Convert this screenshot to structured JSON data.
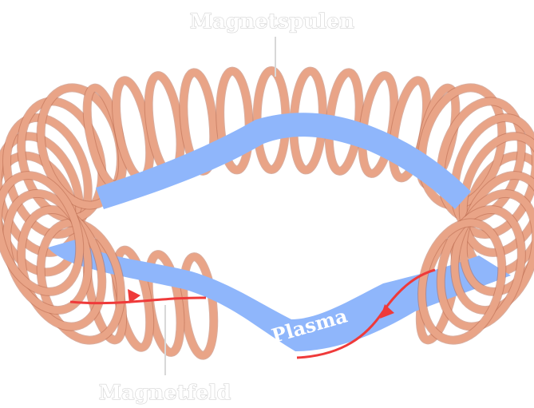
{
  "labels": {
    "coils": "Magnetspulen",
    "plasma": "Plasma",
    "field": "Magnetfeld"
  },
  "colors": {
    "plasma": "#8fb6fb",
    "coil": "#e9a487",
    "coil_edge": "#b9694f",
    "field_line": "#ef3a3a",
    "label_outline": "#d9d9d9"
  }
}
